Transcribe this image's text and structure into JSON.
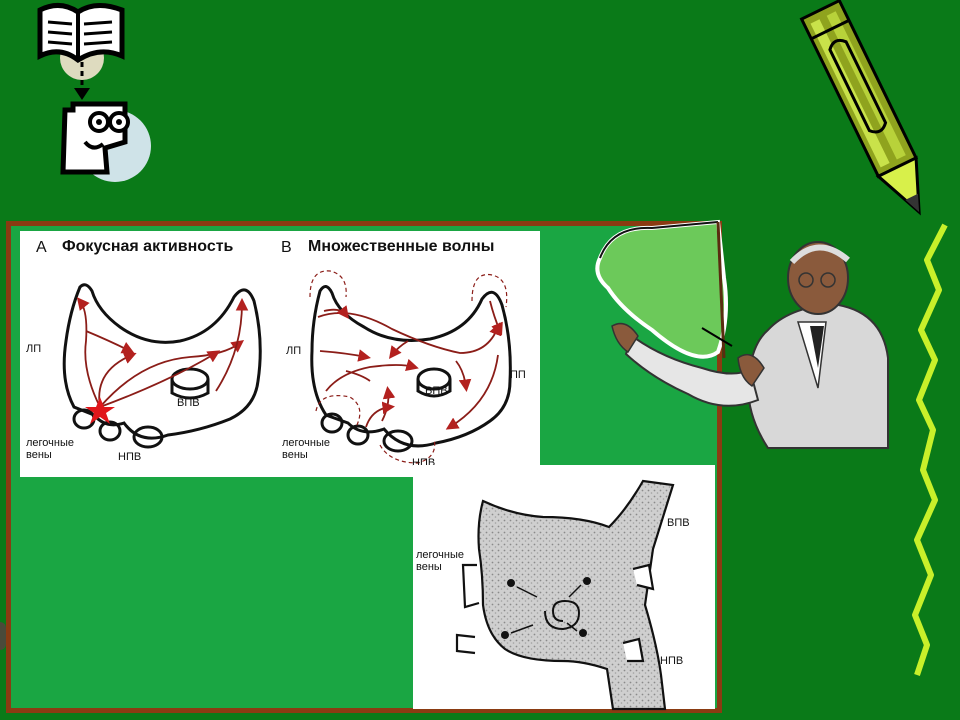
{
  "panel_a": {
    "letter": "A",
    "title": "Фокусная активность",
    "labels": {
      "la": "ЛП",
      "svc": "ВПВ",
      "pulm": "легочные\nвены",
      "ivc": "НПВ"
    }
  },
  "panel_b": {
    "letter": "B",
    "title": "Множественные волны",
    "labels": {
      "la": "ЛП",
      "ra": "ПП",
      "svc": "ВПВ",
      "pulm": "легочные\nвены",
      "ivc": "НПВ"
    }
  },
  "panel_c": {
    "labels": {
      "svc": "ВПВ",
      "pulm": "легочные\nвены",
      "ivc": "НПВ"
    }
  },
  "icons": [
    "book-icon",
    "cartoon-face-icon",
    "pencil-icon",
    "teacher-pointer-icon",
    "squiggle-line-icon"
  ],
  "colors": {
    "background": "#0a7a18",
    "board": "#1aa643",
    "frame": "#8a3b12",
    "arrow": "#b3211f",
    "pencil": "#9acd32"
  }
}
